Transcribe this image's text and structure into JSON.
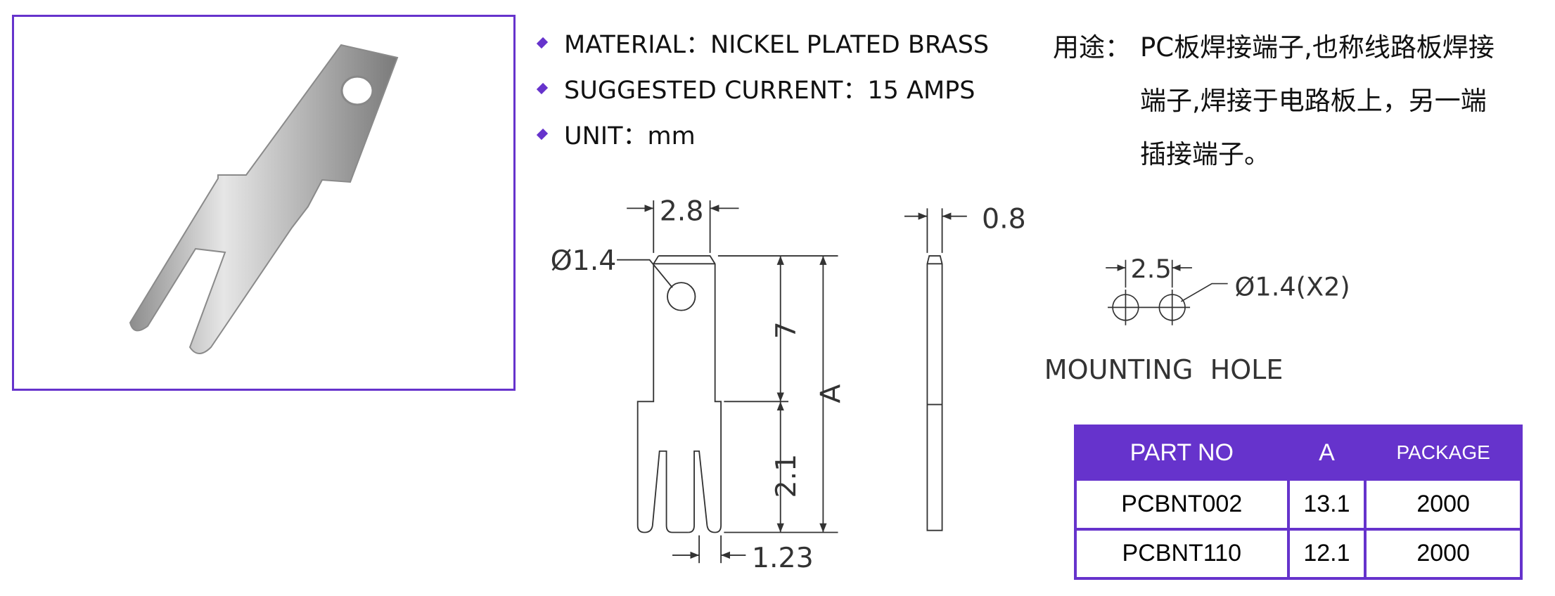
{
  "specs": [
    {
      "label": "MATERIAL：NICKEL PLATED BRASS"
    },
    {
      "label": "SUGGESTED CURRENT：15 AMPS"
    },
    {
      "label": "UNIT：mm"
    }
  ],
  "usage": {
    "label": "用途：",
    "lines": [
      "PC板焊接端子,也称线路板焊接",
      "端子,焊接于电路板上，另一端",
      "插接端子。"
    ]
  },
  "drawing": {
    "dim_width": "2.8",
    "dim_hole": "Ø1.4",
    "dim_upper": "7",
    "dim_lower": "2.1",
    "dim_total": "A",
    "dim_leg": "1.23",
    "dim_thickness": "0.8",
    "mount_pitch": "2.5",
    "mount_hole": "Ø1.4(X2)",
    "mount_title": "MOUNTING  HOLE"
  },
  "table": {
    "headers": [
      "PART NO",
      "A",
      "PACKAGE"
    ],
    "rows": [
      [
        "PCBNT002",
        "13.1",
        "2000"
      ],
      [
        "PCBNT110",
        "12.1",
        "2000"
      ]
    ]
  },
  "colors": {
    "accent": "#6633cc"
  }
}
